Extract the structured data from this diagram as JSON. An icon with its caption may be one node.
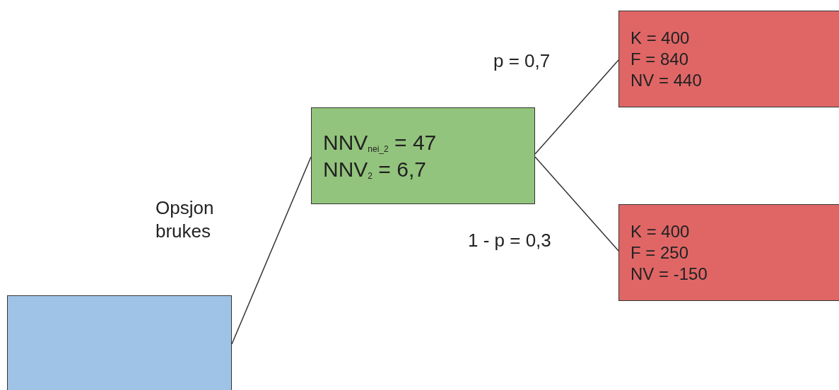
{
  "diagram": {
    "nodes": [
      {
        "text": [],
        "shape": "box"
      },
      {
        "text": [
          "NNV$_{nei_2}$ = 47",
          "NNV$_{2}$ = 6,7"
        ]
      },
      {
        "text": [
          "K = 400",
          "F = 840",
          "NV = 440"
        ]
      },
      {
        "text": [
          "K = 400",
          "F = 250",
          "NV = -150"
        ]
      }
    ],
    "edges": [
      {
        "from": 0,
        "to": 1,
        "arrow": "none",
        "label": "Opsjon brukes"
      },
      {
        "from": 1,
        "to": 2,
        "arrow": "none",
        "label": "p = 0,7"
      },
      {
        "from": 1,
        "to": 3,
        "arrow": "none",
        "label": "1 - p = 0,3"
      }
    ]
  }
}
